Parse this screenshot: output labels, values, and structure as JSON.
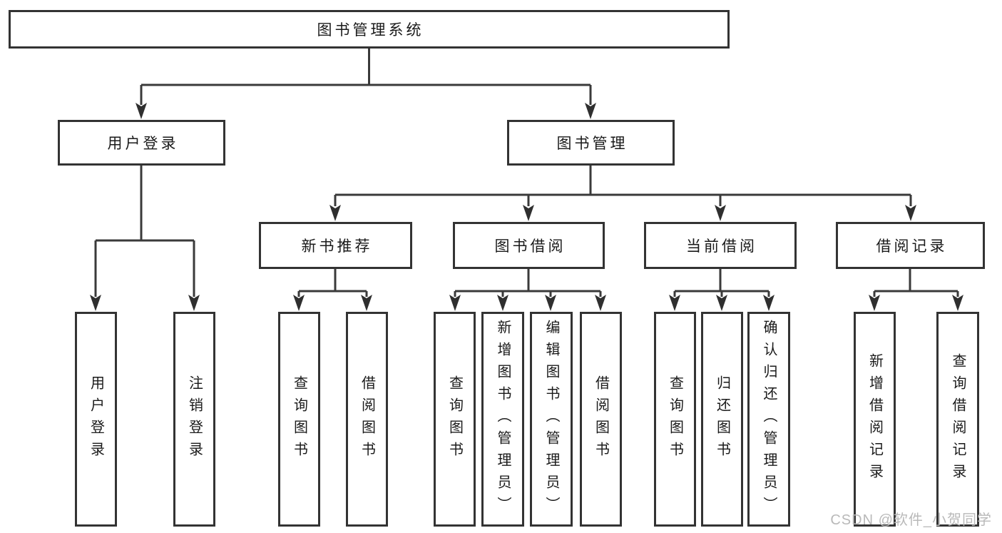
{
  "diagram_title": "图书管理系统",
  "nodes": {
    "root": "图书管理系统",
    "level2": [
      "用户登录",
      "图书管理"
    ],
    "level3": [
      "新书推荐",
      "图书借阅",
      "当前借阅",
      "借阅记录"
    ],
    "leaves": [
      "用户登录",
      "注销登录",
      "查询图书",
      "借阅图书",
      "查询图书",
      "新增图书（管理员）",
      "编辑图书（管理员）",
      "借阅图书",
      "查询图书",
      "归还图书",
      "确认归还（管理员）",
      "新增借阅记录",
      "查询借阅记录"
    ]
  },
  "watermark": "CSDN @软件_小贺同学",
  "colors": {
    "line": "#3a3a3a",
    "arrow": "#2f2f2f",
    "box_border": "#333333",
    "text": "#1a1a1a",
    "watermark": "#b9b9b9",
    "background": "#ffffff"
  }
}
